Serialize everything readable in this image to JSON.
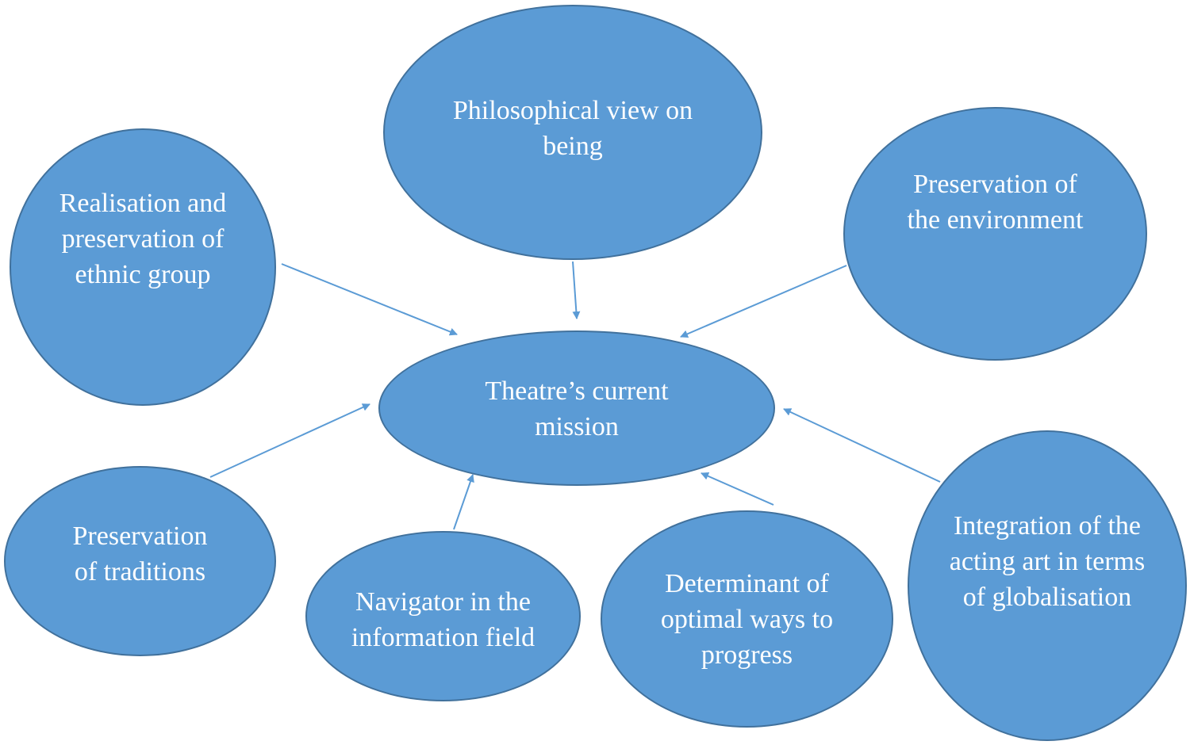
{
  "diagram": {
    "center": {
      "label": "Theatre’s current\nmission"
    },
    "nodes": {
      "philosophical": {
        "label": "Philosophical view on\nbeing"
      },
      "ethnic": {
        "label": "Realisation and\npreservation of\nethnic group"
      },
      "environment": {
        "label": "Preservation of\nthe environment"
      },
      "traditions": {
        "label": "Preservation\nof traditions"
      },
      "navigator": {
        "label": "Navigator in the\ninformation field"
      },
      "determinant": {
        "label": "Determinant of\noptimal ways to\nprogress"
      },
      "integration": {
        "label": "Integration of the\nacting art in terms\nof globalisation"
      }
    },
    "colors": {
      "node_fill": "#5b9bd5",
      "node_border": "#41719c",
      "arrow": "#5b9bd5",
      "text": "#ffffff"
    }
  }
}
